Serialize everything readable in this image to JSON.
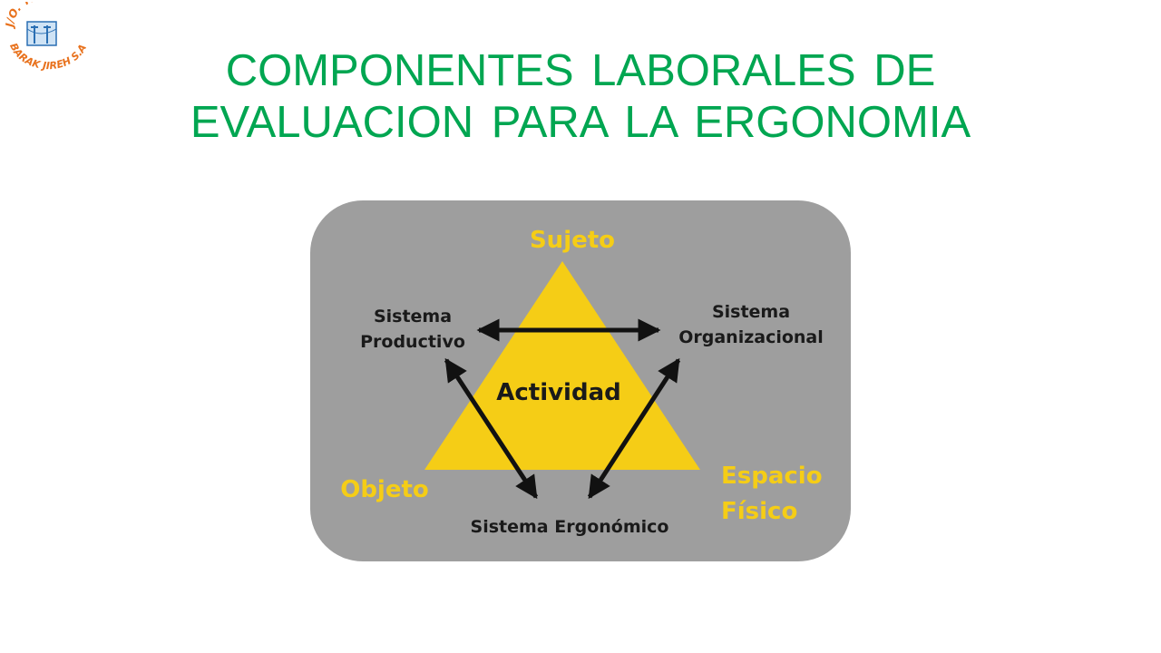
{
  "logo": {
    "line1": "J/O. TET",
    "line2": "BARAK JIREH S.A.S"
  },
  "title": {
    "line1": "COMPONENTES LABORALES DE",
    "line2": "EVALUACION PARA LA  ERGONOMIA"
  },
  "diagram": {
    "vertices": {
      "top": "Sujeto",
      "left": "Objeto",
      "right_line1": "Espacio",
      "right_line2": "Físico"
    },
    "center": "Actividad",
    "systems": {
      "productivo_line1": "Sistema",
      "productivo_line2": "Productivo",
      "organizacional_line1": "Sistema",
      "organizacional_line2": "Organizacional",
      "ergonomico": "Sistema Ergonómico"
    },
    "colors": {
      "background": "#9e9e9e",
      "triangle": "#f5cd16",
      "vertex_text": "#f5cd16",
      "title": "#00a651"
    }
  }
}
